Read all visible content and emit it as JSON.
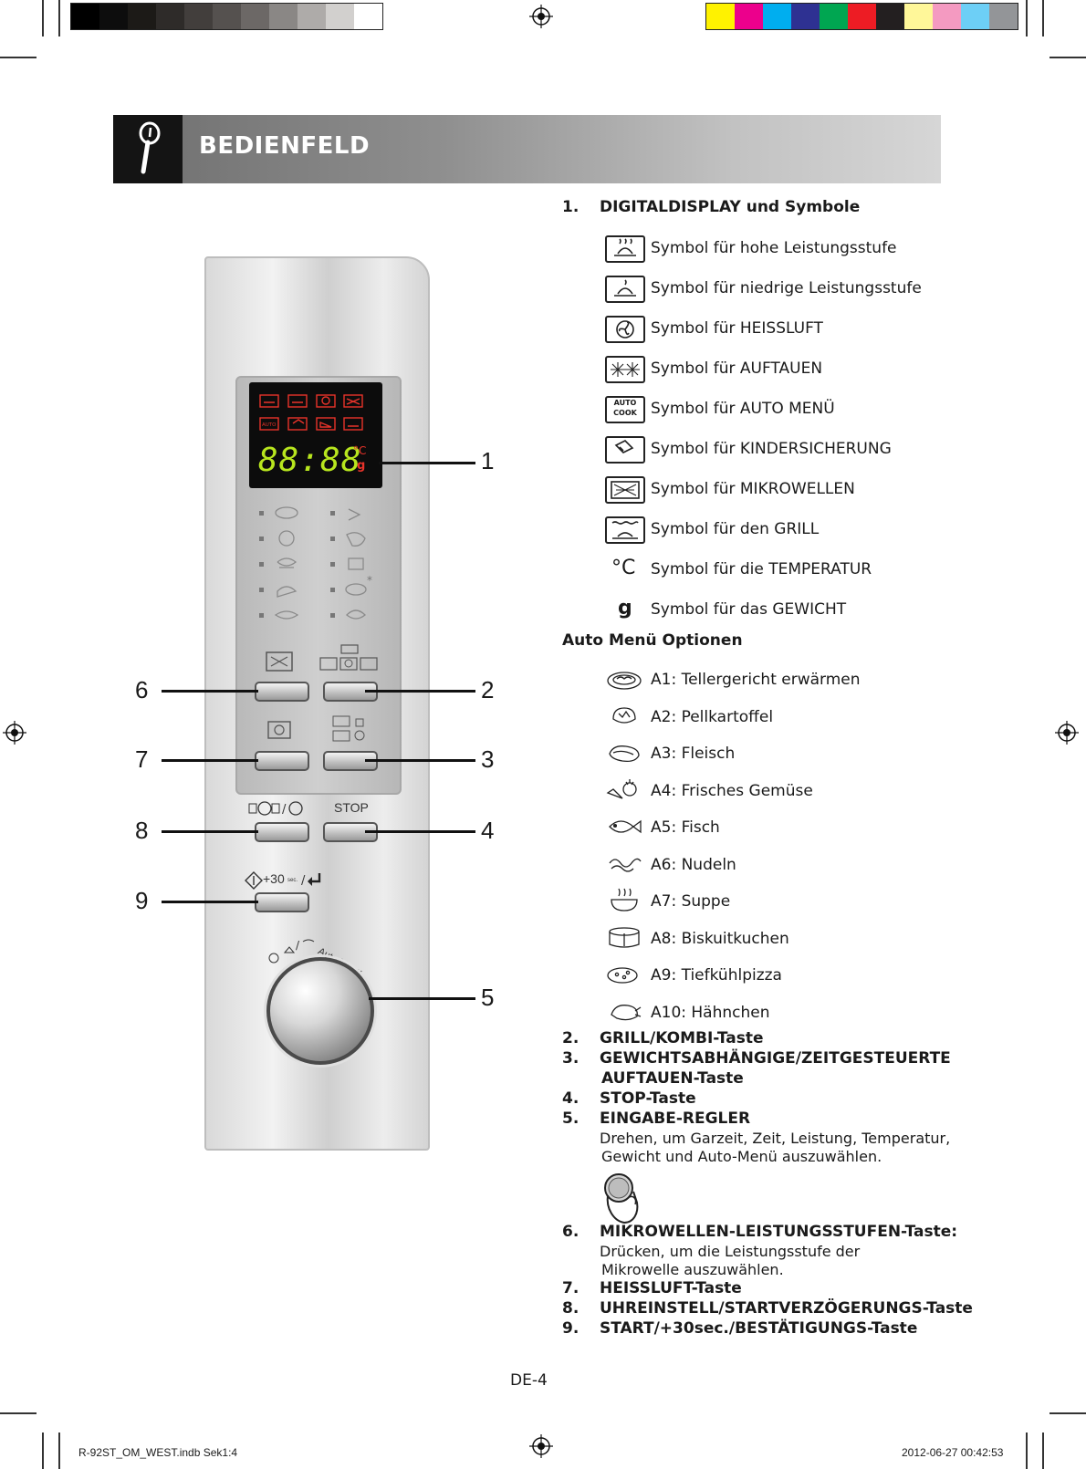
{
  "header": {
    "title": "BEDIENFELD"
  },
  "section1": {
    "number": "1.",
    "title": "DIGITALDISPLAY und Symbole"
  },
  "symbols": [
    {
      "icon": "high-power-icon",
      "label": "Symbol für hohe Leistungsstufe"
    },
    {
      "icon": "low-power-icon",
      "label": "Symbol für niedrige Leistungsstufe"
    },
    {
      "icon": "convection-fan-icon",
      "label": "Symbol für HEISSLUFT"
    },
    {
      "icon": "defrost-icon",
      "label": "Symbol für AUFTAUEN"
    },
    {
      "icon": "auto-cook-icon",
      "label": "Symbol für AUTO MENÜ"
    },
    {
      "icon": "child-lock-icon",
      "label": "Symbol für KINDERSICHERUNG"
    },
    {
      "icon": "microwave-icon",
      "label": "Symbol für MIKROWELLEN"
    },
    {
      "icon": "grill-icon",
      "label": "Symbol für den GRILL"
    },
    {
      "icon": "celsius-icon",
      "label": "Symbol für die TEMPERATUR",
      "glyph": "°C"
    },
    {
      "icon": "gram-icon",
      "label": "Symbol für das GEWICHT",
      "glyph": "g"
    }
  ],
  "auto_cook_box_text": "AUTO\nCOOK",
  "auto_menu": {
    "title": "Auto Menü Optionen",
    "items": [
      {
        "icon": "plated-meal-icon",
        "label": "A1: Tellergericht erwärmen"
      },
      {
        "icon": "jacket-potato-icon",
        "label": "A2: Pellkartoffel"
      },
      {
        "icon": "meat-icon",
        "label": "A3: Fleisch"
      },
      {
        "icon": "vegetables-icon",
        "label": "A4: Frisches Gemüse"
      },
      {
        "icon": "fish-icon",
        "label": "A5: Fisch"
      },
      {
        "icon": "pasta-icon",
        "label": "A6: Nudeln"
      },
      {
        "icon": "soup-icon",
        "label": "A7: Suppe"
      },
      {
        "icon": "sponge-cake-icon",
        "label": "A8: Biskuitkuchen"
      },
      {
        "icon": "frozen-pizza-icon",
        "label": "A9: Tiefkühlpizza"
      },
      {
        "icon": "chicken-icon",
        "label": "A10: Hähnchen"
      }
    ]
  },
  "items": [
    {
      "number": "2.",
      "title": "GRILL/KOMBI-Taste"
    },
    {
      "number": "3.",
      "title": "GEWICHTSABHÄNGIGE/ZEITGESTEUERTE",
      "title2": "AUFTAUEN-Taste"
    },
    {
      "number": "4.",
      "title": "STOP-Taste"
    },
    {
      "number": "5.",
      "title": "EINGABE-REGLER",
      "desc1": "Drehen, um Garzeit, Zeit, Leistung, Temperatur,",
      "desc2": "Gewicht und Auto-Menü auszuwählen."
    },
    {
      "number": "6.",
      "title": "MIKROWELLEN-LEISTUNGSSTUFEN-Taste:",
      "desc1": "Drücken, um die Leistungsstufe der",
      "desc2": "Mikrowelle auszuwählen."
    },
    {
      "number": "7.",
      "title": "HEISSLUFT-Taste"
    },
    {
      "number": "8.",
      "title": "UHREINSTELL/STARTVERZÖGERUNGS-Taste"
    },
    {
      "number": "9.",
      "title": "START/+30sec./BESTÄTIGUNGS-Taste"
    }
  ],
  "panel": {
    "display_digits": "88:88",
    "display_celsius": "°C",
    "display_gram": "g",
    "auto_cook_label": "AUTO\nCOOK",
    "stop_label": "STOP",
    "start_label": "+30",
    "start_sec": "sec.",
    "knob_label": "Auto Menu",
    "callouts": [
      "1",
      "2",
      "3",
      "4",
      "5",
      "6",
      "7",
      "8",
      "9"
    ],
    "display_colors": {
      "red": "#e8332a",
      "green": "#b8e61e"
    }
  },
  "page_number": "DE-4",
  "footer": {
    "left": "R-92ST_OM_WEST.indb   Sek1:4",
    "right": "2012-06-27   00:42:53"
  },
  "colorbar_left": [
    "#000000",
    "#0d0d0d",
    "#1c1a17",
    "#2e2b29",
    "#423e3c",
    "#55514f",
    "#6c6866",
    "#8a8785",
    "#aeaba9",
    "#d2d0ce",
    "#ffffff"
  ],
  "colorbar_right": [
    "#fff200",
    "#ec008c",
    "#00aeef",
    "#2e3192",
    "#00a651",
    "#ed1c24",
    "#231f20",
    "#fff799",
    "#f49ac1",
    "#6dcff6",
    "#939598"
  ]
}
